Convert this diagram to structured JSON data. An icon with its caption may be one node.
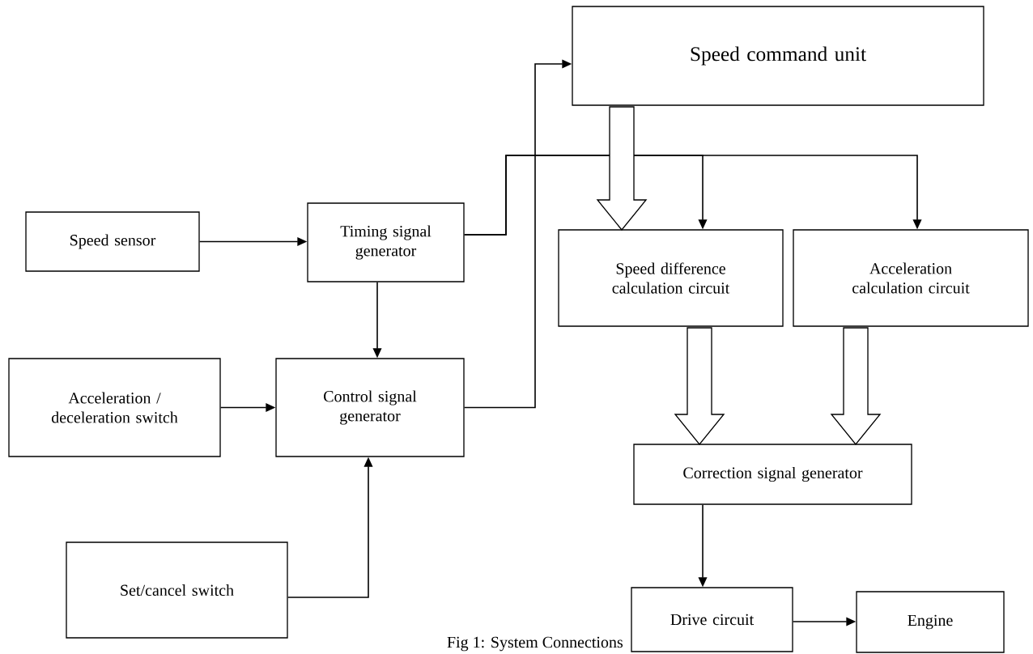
{
  "diagram": {
    "caption": "Fig 1: System Connections",
    "nodes": [
      {
        "text": [
          "Speed command unit"
        ]
      },
      {
        "text": [
          "Speed sensor"
        ]
      },
      {
        "text": [
          "Timing signal generator"
        ]
      },
      {
        "text": [
          "Acceleration / deceleration switch"
        ]
      },
      {
        "text": [
          "Control signal generator"
        ]
      },
      {
        "text": [
          "Set/cancel switch"
        ]
      },
      {
        "text": [
          "Speed difference calculation circuit"
        ]
      },
      {
        "text": [
          "Acceleration calculation circuit"
        ]
      },
      {
        "text": [
          "Correction signal generator"
        ]
      },
      {
        "text": [
          "Drive circuit"
        ]
      },
      {
        "text": [
          "Engine"
        ]
      }
    ],
    "edges": [
      {
        "from": 1,
        "to": 2,
        "arrow": "to"
      },
      {
        "from": 2,
        "to": 4,
        "arrow": "to"
      },
      {
        "from": 3,
        "to": 4,
        "arrow": "to"
      },
      {
        "from": 5,
        "to": 4,
        "arrow": "to"
      },
      {
        "from": 4,
        "to": 0,
        "arrow": "to"
      },
      {
        "from": 2,
        "to": 6,
        "arrow": "to"
      },
      {
        "from": 2,
        "to": 7,
        "arrow": "to"
      },
      {
        "from": 0,
        "to": 6,
        "arrow": "to",
        "style": "thick"
      },
      {
        "from": 6,
        "to": 8,
        "arrow": "to",
        "style": "thick"
      },
      {
        "from": 7,
        "to": 8,
        "arrow": "to",
        "style": "thick"
      },
      {
        "from": 8,
        "to": 9,
        "arrow": "to"
      },
      {
        "from": 9,
        "to": 10,
        "arrow": "to"
      }
    ]
  }
}
